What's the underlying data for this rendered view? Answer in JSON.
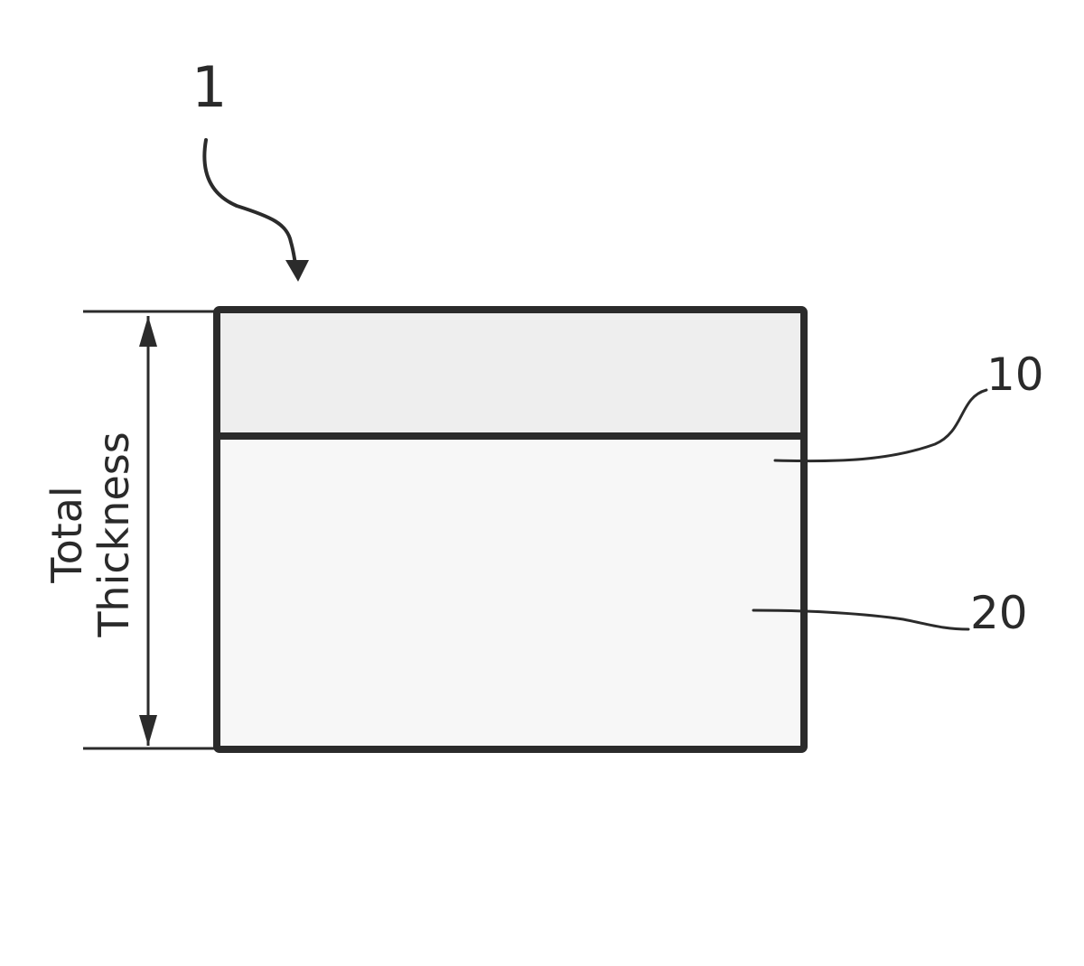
{
  "figure": {
    "assembly_ref": "1",
    "layer_top_ref": "10",
    "layer_bottom_ref": "20",
    "dimension_label_line1": "Total",
    "dimension_label_line2": "Thickness",
    "colors": {
      "stroke": "#2b2b2b",
      "layer_top_fill": "#eeeeee",
      "layer_bottom_fill": "#f7f7f7",
      "background": "#ffffff"
    }
  }
}
